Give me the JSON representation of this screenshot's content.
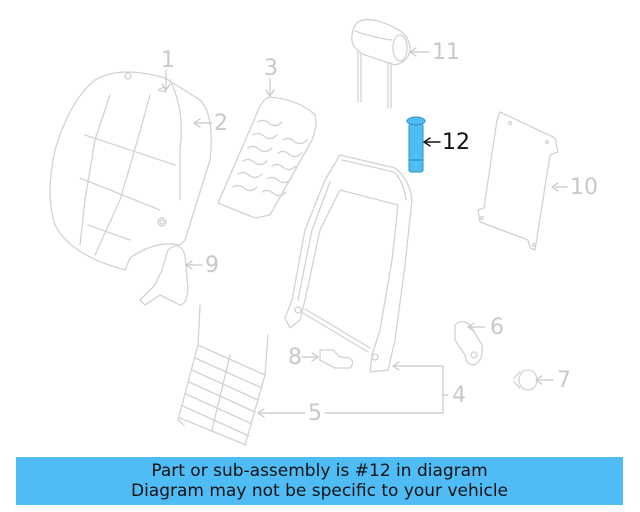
{
  "diagram": {
    "highlight_color": "#4fbcf5",
    "line_color": "#cfcfcf",
    "callouts": [
      {
        "id": "1",
        "label": "1",
        "part": "seat-back-cover"
      },
      {
        "id": "2",
        "label": "2",
        "part": "seat-back-pad"
      },
      {
        "id": "3",
        "label": "3",
        "part": "seat-back-heater-pad"
      },
      {
        "id": "4",
        "label": "4",
        "part": "seat-back-frame"
      },
      {
        "id": "5",
        "label": "5",
        "part": "lumbar-support-wire-grid"
      },
      {
        "id": "6",
        "label": "6",
        "part": "recliner-cover"
      },
      {
        "id": "7",
        "label": "7",
        "part": "cap"
      },
      {
        "id": "8",
        "label": "8",
        "part": "bracket"
      },
      {
        "id": "9",
        "label": "9",
        "part": "side-shield"
      },
      {
        "id": "10",
        "label": "10",
        "part": "back-panel"
      },
      {
        "id": "11",
        "label": "11",
        "part": "headrest"
      },
      {
        "id": "12",
        "label": "12",
        "part": "bolt",
        "highlighted": true
      }
    ]
  },
  "banner": {
    "line1": "Part or sub-assembly is #12 in diagram",
    "line2": "Diagram may not be specific to your vehicle",
    "background": "#4fbcf5"
  }
}
